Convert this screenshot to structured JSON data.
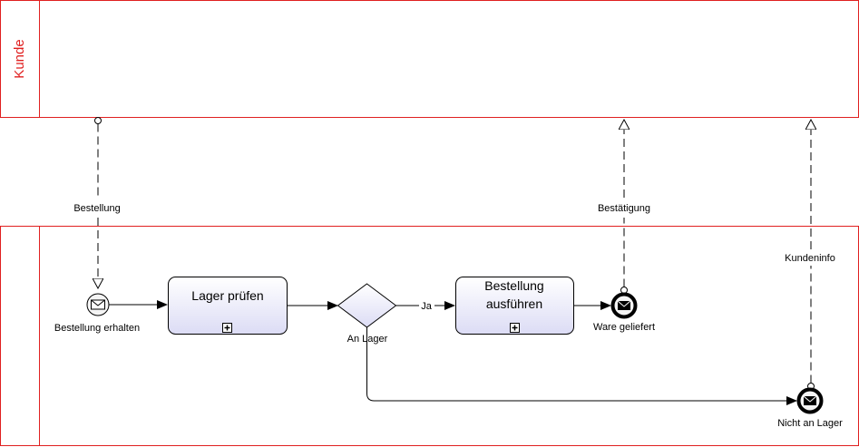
{
  "pools": {
    "customer": {
      "label": "Kunde"
    },
    "supplier": {
      "label": ""
    }
  },
  "colors": {
    "pool_border": "#e02020",
    "task_fill_top": "#ffffff",
    "task_fill_bottom": "#dcdcf5"
  },
  "messages": {
    "order": "Bestellung",
    "confirmation": "Bestätigung",
    "customer_info": "Kundeninfo"
  },
  "events": {
    "start": "Bestellung erhalten",
    "end_delivered": "Ware geliefert",
    "end_not_in_stock": "Nicht an Lager"
  },
  "tasks": {
    "check_stock": "Lager prüfen",
    "execute_order_line1": "Bestellung",
    "execute_order_line2": "ausführen"
  },
  "gateway": {
    "label": "An Lager",
    "yes_flow": "Ja"
  },
  "icons": {
    "message": "envelope-icon",
    "subprocess": "plus-icon"
  }
}
